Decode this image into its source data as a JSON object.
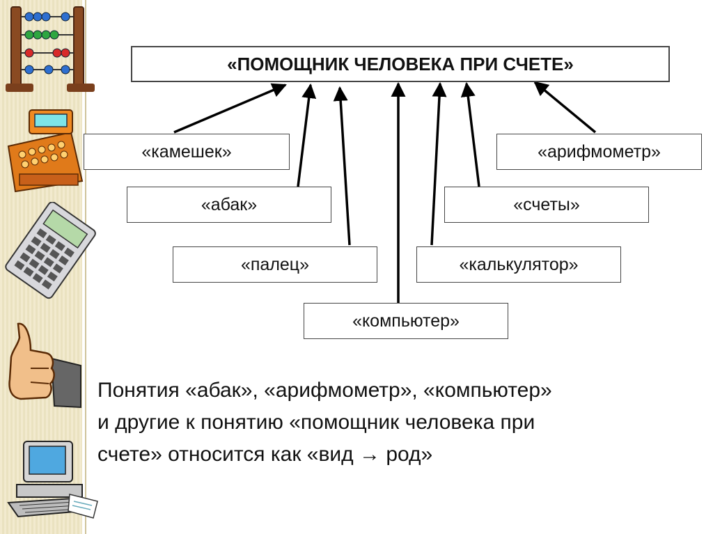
{
  "diagram": {
    "root": "«ПОМОЩНИК ЧЕЛОВЕКА ПРИ СЧЕТЕ»",
    "nodes": {
      "kameshek": "«камешек»",
      "abak": "«абак»",
      "palets": "«палец»",
      "kompyuter": "«компьютер»",
      "kalkulyator": "«калькулятор»",
      "schety": "«счеты»",
      "arifmometr": "«арифмометр»"
    }
  },
  "caption": {
    "line1": "Понятия «абак», «арифмометр», «компьютер»",
    "line2": "и другие к понятию «помощник человека при",
    "line3": "счете» относится как «вид → род»"
  },
  "clipart": [
    "abacus-icon",
    "cash-register-icon",
    "calculator-icon",
    "thumbs-up-icon",
    "computer-icon"
  ]
}
